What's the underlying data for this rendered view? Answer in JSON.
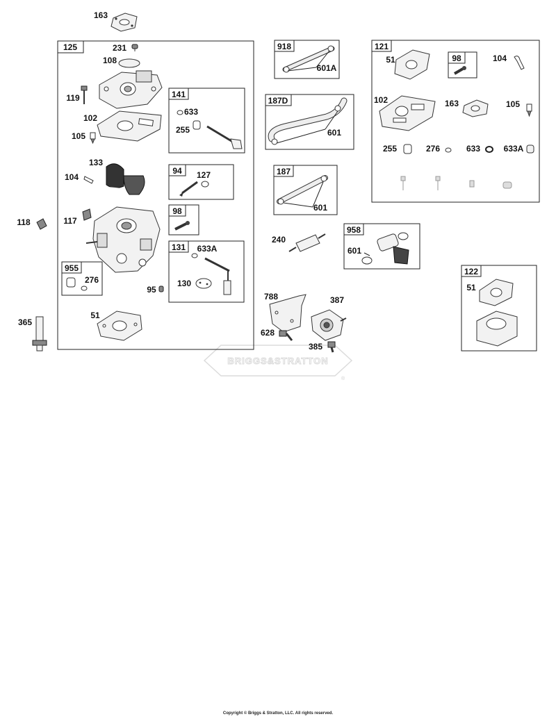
{
  "watermark": {
    "brand": "BRIGGS&STRATTON",
    "mark": "®"
  },
  "copyright": "Copyright © Briggs & Stratton, LLC. All rights reserved.",
  "kits": {
    "k125": "125",
    "k141": "141",
    "k94": "94",
    "k98a": "98",
    "k131": "131",
    "k955": "955",
    "k918": "918",
    "k187d": "187D",
    "k187": "187",
    "k958": "958",
    "k121": "121",
    "k98b": "98",
    "k122": "122"
  },
  "parts": {
    "p163top": "163",
    "p231": "231",
    "p108": "108",
    "p119": "119",
    "p102a": "102",
    "p105a": "105",
    "p633a": "633",
    "p255a": "255",
    "p133": "133",
    "p104a": "104",
    "p127": "127",
    "p118": "118",
    "p117": "117",
    "p633A_a": "633A",
    "p130": "130",
    "p95": "95",
    "p276a": "276",
    "p365": "365",
    "p51a": "51",
    "p601A": "601A",
    "p601a": "601",
    "p601b": "601",
    "p240": "240",
    "p601c": "601",
    "p788": "788",
    "p387": "387",
    "p628": "628",
    "p385": "385",
    "p51b": "51",
    "p104b": "104",
    "p102b": "102",
    "p163b": "163",
    "p105b": "105",
    "p255b": "255",
    "p276b": "276",
    "p633b": "633",
    "p633A_b": "633A",
    "p51c": "51"
  }
}
